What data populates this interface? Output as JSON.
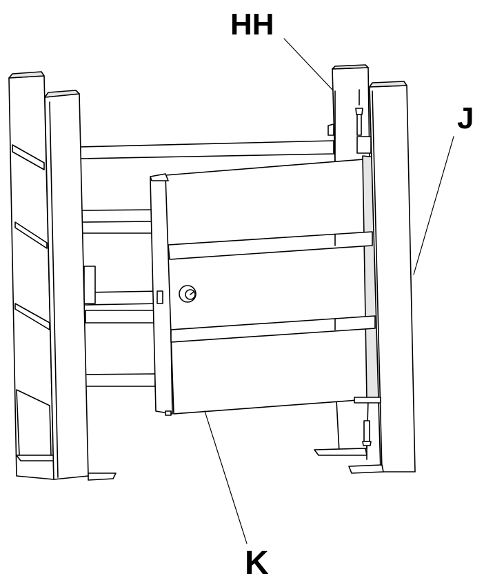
{
  "callouts": {
    "hh": "HH",
    "j": "J",
    "k": "K"
  },
  "colors": {
    "line": "#000000",
    "fill": "#ffffff",
    "shade": "#e6e6e6"
  }
}
